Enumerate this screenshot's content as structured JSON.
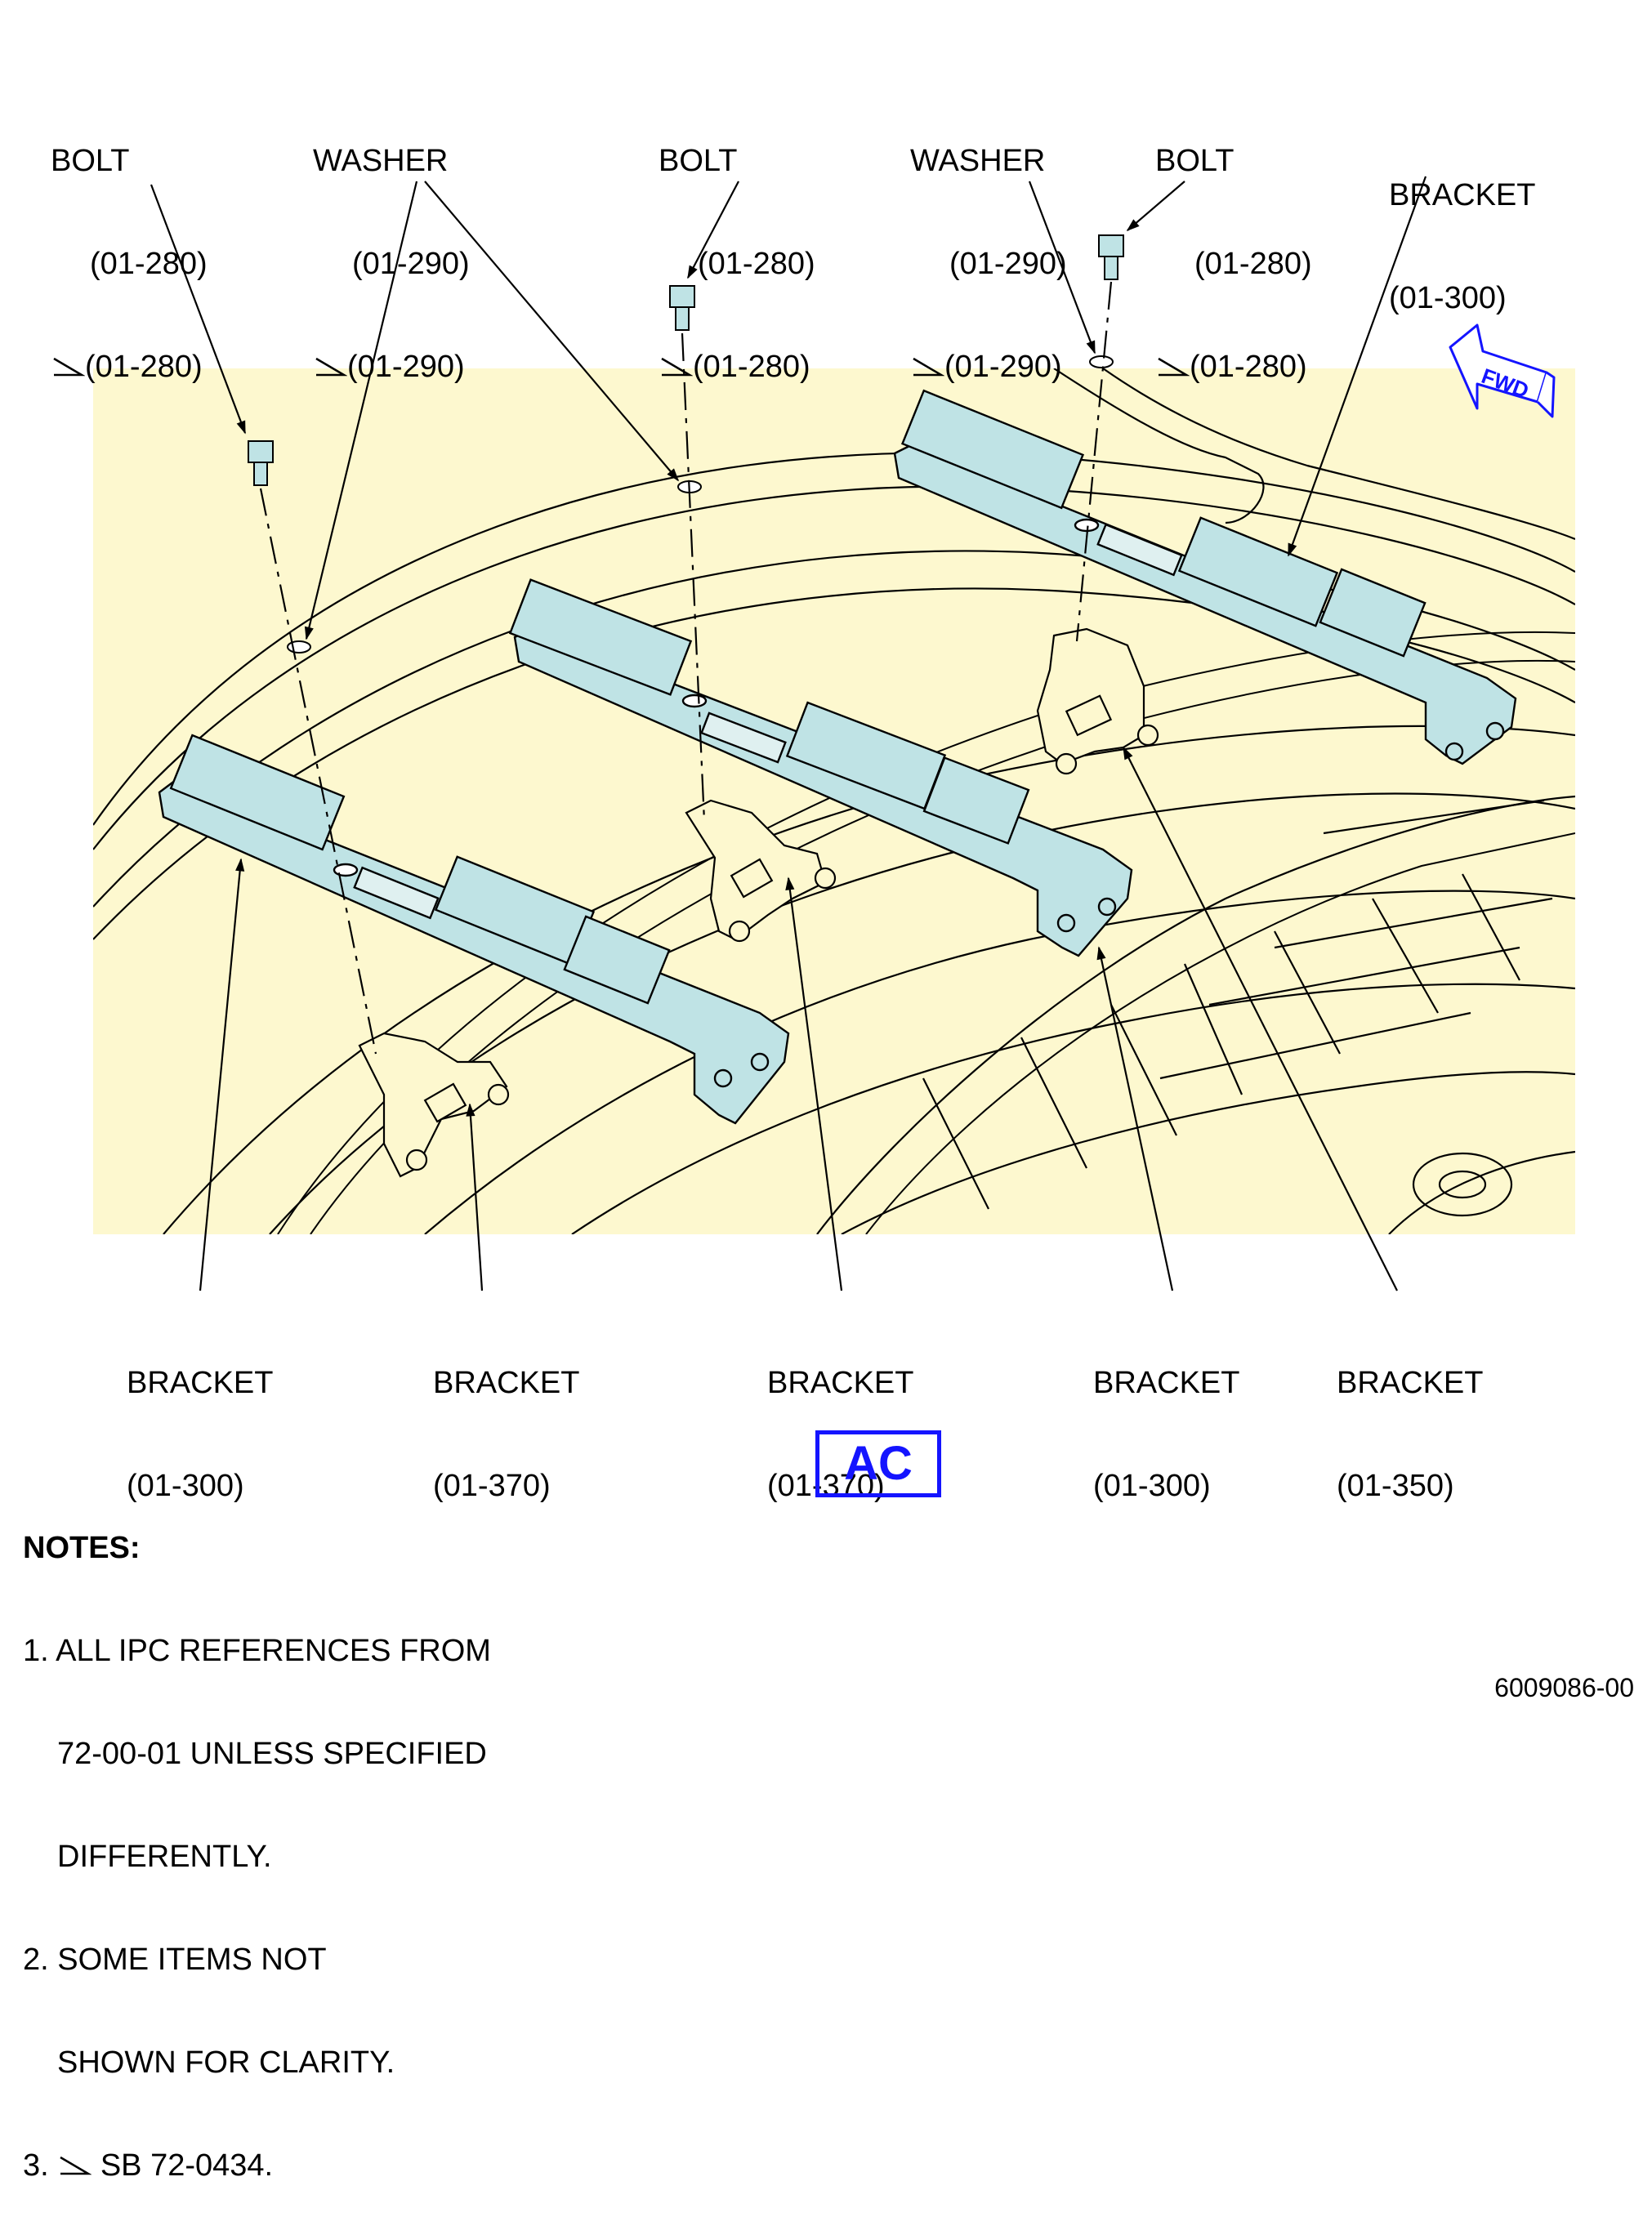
{
  "callouts": {
    "bolt_1": {
      "name": "BOLT",
      "ref": "(01-280)",
      "sb_ref": "(01-280)"
    },
    "washer_1": {
      "name": "WASHER",
      "ref": "(01-290)",
      "sb_ref": "(01-290)"
    },
    "bolt_2": {
      "name": "BOLT",
      "ref": "(01-280)",
      "sb_ref": "(01-280)"
    },
    "washer_2": {
      "name": "WASHER",
      "ref": "(01-290)",
      "sb_ref": "(01-290)"
    },
    "bolt_3": {
      "name": "BOLT",
      "ref": "(01-280)",
      "sb_ref": "(01-280)"
    },
    "bracket_top": {
      "name": "BRACKET",
      "ref": "(01-300)"
    },
    "bracket_b1": {
      "name": "BRACKET",
      "ref": "(01-300)"
    },
    "bracket_b2": {
      "name": "BRACKET",
      "ref": "(01-370)"
    },
    "bracket_b3": {
      "name": "BRACKET",
      "ref": "(01-370)"
    },
    "bracket_b4": {
      "name": "BRACKET",
      "ref": "(01-300)"
    },
    "bracket_b5": {
      "name": "BRACKET",
      "ref": "(01-350)"
    }
  },
  "direction_arrow": {
    "label": "FWD"
  },
  "view_badge": {
    "label": "AC",
    "color": "#1414ff"
  },
  "notes": {
    "title": "NOTES:",
    "item_1_line_1": "1. ALL IPC REFERENCES FROM",
    "item_1_line_2": "72-00-01 UNLESS SPECIFIED",
    "item_1_line_3": "DIFFERENTLY.",
    "item_2_line_1": "2. SOME ITEMS NOT",
    "item_2_line_2": "SHOWN FOR CLARITY.",
    "item_3_prefix": "3.",
    "item_3_text": "SB 72-0434."
  },
  "figure_number": "6009086-00",
  "colors": {
    "background_panel": "#fdf8cf",
    "bracket_fill": "#bfe3e5",
    "line": "#000000",
    "accent_blue": "#1414ff"
  }
}
